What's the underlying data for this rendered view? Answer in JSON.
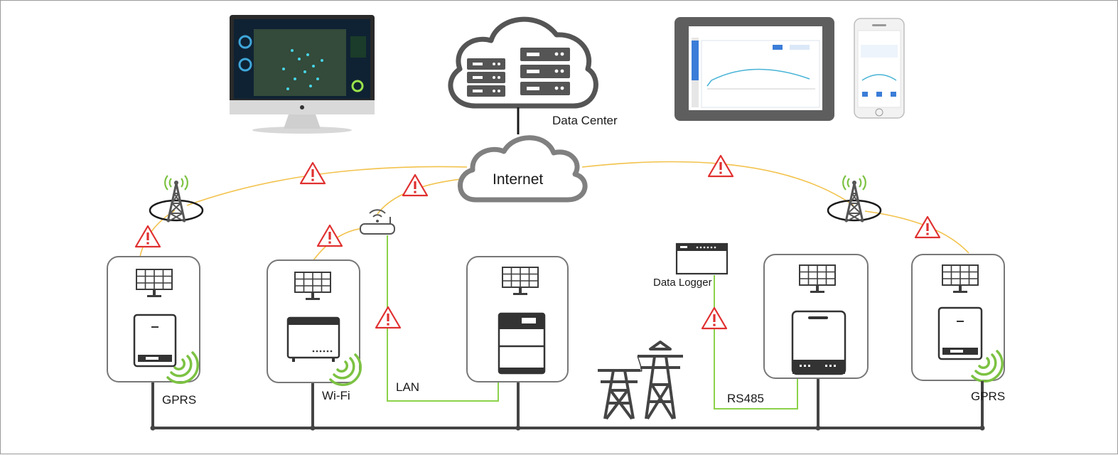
{
  "labels": {
    "data_center": "Data Center",
    "internet": "Internet",
    "data_logger": "Data Logger",
    "gprs_left": "GPRS",
    "wifi": "Wi-Fi",
    "lan": "LAN",
    "rs485": "RS485",
    "gprs_right": "GPRS"
  },
  "colors": {
    "wireless_link": "#f2c24b",
    "wired_link": "#8bd24a",
    "grid_bus": "#444444",
    "warning": "#e03030",
    "signal": "#7cc242",
    "cloud_outline": "#555555"
  },
  "icons": {
    "monitor": "desktop-monitor-icon",
    "tablet": "tablet-icon",
    "phone": "smartphone-icon",
    "server": "server-icon",
    "cloud": "cloud-icon",
    "tower": "cell-tower-icon",
    "router": "wifi-router-icon",
    "solar": "solar-panel-icon",
    "inverter": "inverter-icon",
    "logger": "data-logger-icon",
    "pylon": "power-pylon-icon",
    "warning": "warning-icon"
  }
}
